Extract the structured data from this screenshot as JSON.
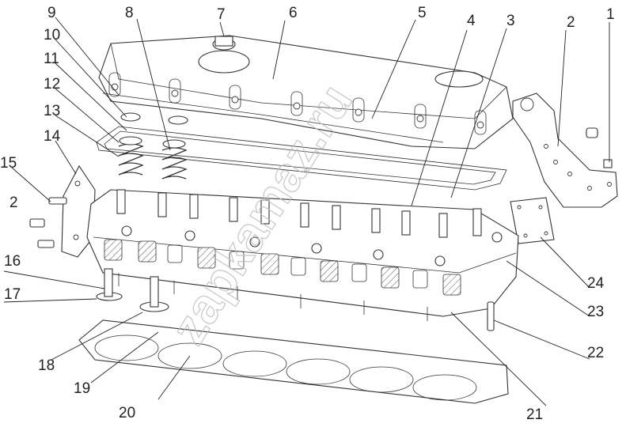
{
  "watermark": "zapkamaz.ru",
  "callouts": [
    {
      "id": "1",
      "label": "1"
    },
    {
      "id": "2",
      "label": "2"
    },
    {
      "id": "3",
      "label": "3"
    },
    {
      "id": "4",
      "label": "4"
    },
    {
      "id": "5",
      "label": "5"
    },
    {
      "id": "6",
      "label": "6"
    },
    {
      "id": "7",
      "label": "7"
    },
    {
      "id": "8",
      "label": "8"
    },
    {
      "id": "9",
      "label": "9"
    },
    {
      "id": "10",
      "label": "10"
    },
    {
      "id": "11",
      "label": "11"
    },
    {
      "id": "12",
      "label": "12"
    },
    {
      "id": "13",
      "label": "13"
    },
    {
      "id": "14",
      "label": "14"
    },
    {
      "id": "15",
      "label": "15"
    },
    {
      "id": "2b",
      "label": "2"
    },
    {
      "id": "16",
      "label": "16"
    },
    {
      "id": "17",
      "label": "17"
    },
    {
      "id": "18",
      "label": "18"
    },
    {
      "id": "19",
      "label": "19"
    },
    {
      "id": "20",
      "label": "20"
    },
    {
      "id": "21",
      "label": "21"
    },
    {
      "id": "22",
      "label": "22"
    },
    {
      "id": "23",
      "label": "23"
    },
    {
      "id": "24",
      "label": "24"
    }
  ]
}
